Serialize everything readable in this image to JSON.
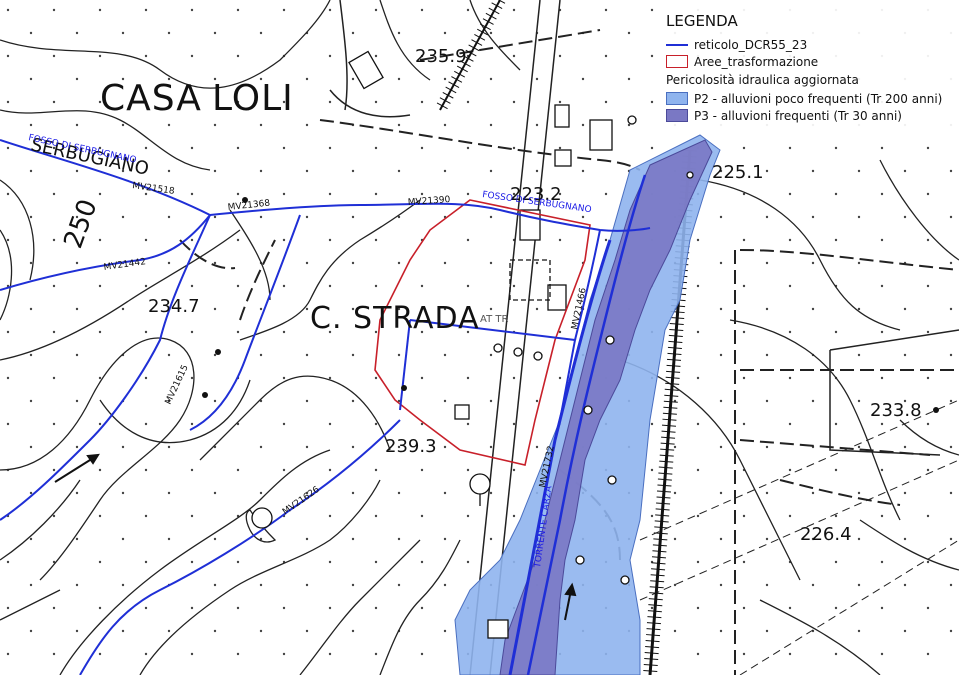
{
  "place_labels": {
    "casa": "CASA",
    "loli": "LOLI",
    "c_strada": "C. STRADA",
    "serbugiano": "SERBUGIANO",
    "contour_250": "250"
  },
  "elevations": [
    "235.9",
    "223.2",
    "225.1",
    "234.7",
    "239.3",
    "233.8",
    "226.4"
  ],
  "watercourse_labels": {
    "fosso_1": "FOSSO DI SERBUGNANO",
    "fosso_2": "FOSSO DI SERBUGNANO",
    "torrente": "TORRENTE CARZA"
  },
  "segment_codes": [
    "MV21518",
    "MV21368",
    "MV21390",
    "MV21442",
    "MV21615",
    "MV21626",
    "MV21466",
    "MV21732"
  ],
  "other_text": {
    "at_tr": "AT TR"
  },
  "legend": {
    "title": "LEGENDA",
    "items": [
      {
        "label": "reticolo_DCR55_23",
        "color": "#1f2fd6",
        "kind": "line"
      },
      {
        "label": "Aree_trasformazione",
        "color": "#c8202a",
        "kind": "outline"
      }
    ],
    "subtitle": "Pericolosità idraulica aggiornata",
    "hazard_items": [
      {
        "label": "P2 - alluvioni poco frequenti (Tr 200 anni)",
        "color": "#8fb4ee",
        "border": "#4a6fc0"
      },
      {
        "label": "P3 - alluvioni frequenti (Tr 30 anni)",
        "color": "#7a78c4",
        "border": "#4b4a9a"
      }
    ]
  },
  "colors": {
    "network": "#1f2fd6",
    "transformation_area": "#c8202a",
    "p2_fill": "#8fb4ee",
    "p3_fill": "#7a78c4"
  }
}
